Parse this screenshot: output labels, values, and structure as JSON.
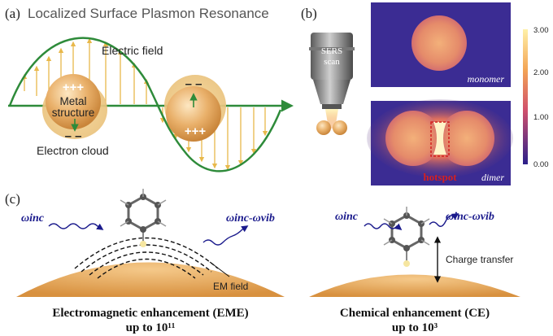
{
  "panel_a": {
    "label": "(a)",
    "title": "Localized Surface Plasmon Resonance",
    "electric_field": "Electric field",
    "metal_structure_line1": "Metal",
    "metal_structure_line2": "structure",
    "electron_cloud": "Electron cloud",
    "plus_charges": "+++",
    "minus_charges": "– –"
  },
  "panel_b": {
    "label": "(b)",
    "objective_line1": "SERS",
    "objective_line2": "scan",
    "monomer": "monomer",
    "dimer": "dimer",
    "hotspot": "hotspot",
    "colorbar_ticks": [
      "3.00",
      "2.00",
      "1.00",
      "0.00"
    ]
  },
  "panel_c": {
    "label": "(c)",
    "omega_inc_left": "ωinc",
    "omega_scat_left": "ωinc-ωvib",
    "em_field": "EM field",
    "eme_title": "Electromagnetic enhancement (EME)",
    "eme_value": "up to 10¹¹",
    "omega_inc_right": "ωinc",
    "omega_scat_right": "ωinc-ωvib",
    "charge_transfer": "Charge transfer",
    "ce_title": "Chemical enhancement (CE)",
    "ce_value": "up to 10³"
  },
  "colors": {
    "wave_green": "#2e8b3a",
    "field_arrow": "#e8b84a",
    "dark_blue": "#1a1a8c",
    "hotspot_red": "#d42020",
    "gold": "#e6a857"
  }
}
